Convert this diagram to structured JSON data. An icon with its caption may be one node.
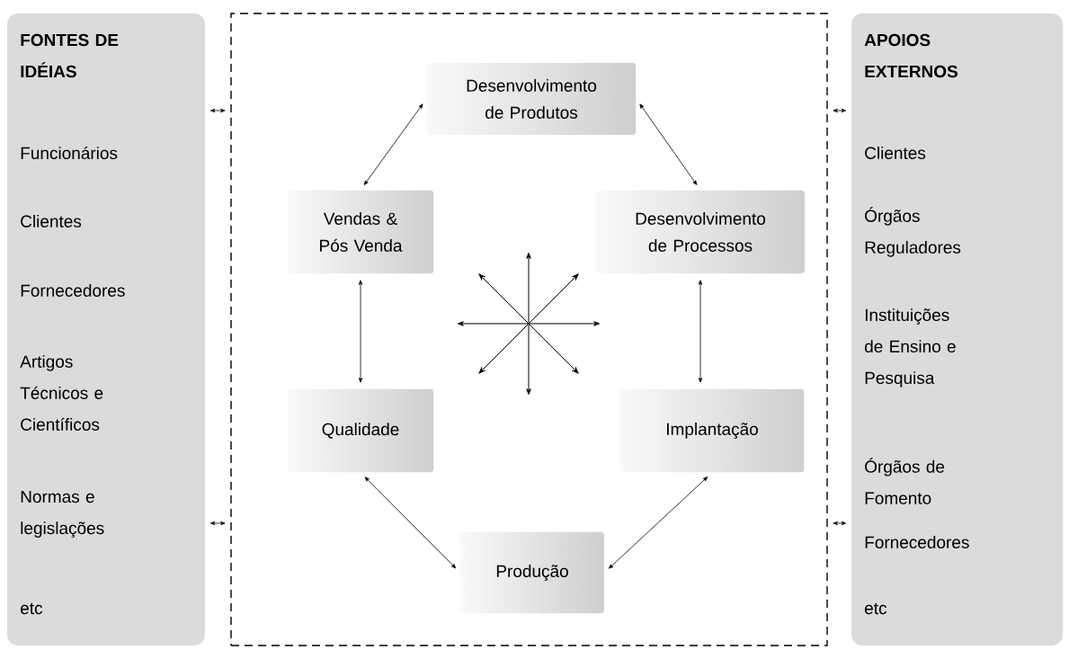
{
  "diagram": {
    "nodes": [
      {
        "text": [
          "FONTES DE IDÉIAS",
          "Funcionários",
          "Clientes",
          "Fornecedores",
          "Artigos Técnicos e Científicos",
          "Normas e legislações",
          "etc"
        ]
      },
      {
        "text": [],
        "shape": "box"
      },
      {
        "text": [
          "Desenvolvimento de Produtos"
        ],
        "in": 1
      },
      {
        "text": [
          "Vendas & Pós Venda"
        ],
        "in": 1
      },
      {
        "text": [
          "Desenvolvimento de Processos"
        ],
        "in": 1
      },
      {
        "text": [
          "Qualidade"
        ],
        "in": 1
      },
      {
        "text": [
          "Implantação"
        ],
        "in": 1
      },
      {
        "text": [
          "Produção"
        ],
        "in": 1
      },
      {
        "text": [
          "APOIOS EXTERNOS",
          "Clientes",
          "Órgãos Reguladores",
          "Instituições de Ensino e Pesquisa",
          "Órgãos de Fomento",
          "Fornecedores",
          "etc"
        ]
      }
    ],
    "edges": [
      {
        "from": 2,
        "to": 3,
        "arrow": "both"
      },
      {
        "from": 2,
        "to": 4,
        "arrow": "both"
      },
      {
        "from": 3,
        "to": 5,
        "arrow": "both"
      },
      {
        "from": 4,
        "to": 6,
        "arrow": "both"
      },
      {
        "from": 5,
        "to": 7,
        "arrow": "both"
      },
      {
        "from": 6,
        "to": 7,
        "arrow": "both"
      },
      {
        "from": 0,
        "to": 1,
        "arrow": "both"
      },
      {
        "from": 0,
        "to": 1,
        "arrow": "both"
      },
      {
        "from": 1,
        "to": 8,
        "arrow": "both"
      },
      {
        "from": 1,
        "to": 8,
        "arrow": "both"
      }
    ]
  }
}
